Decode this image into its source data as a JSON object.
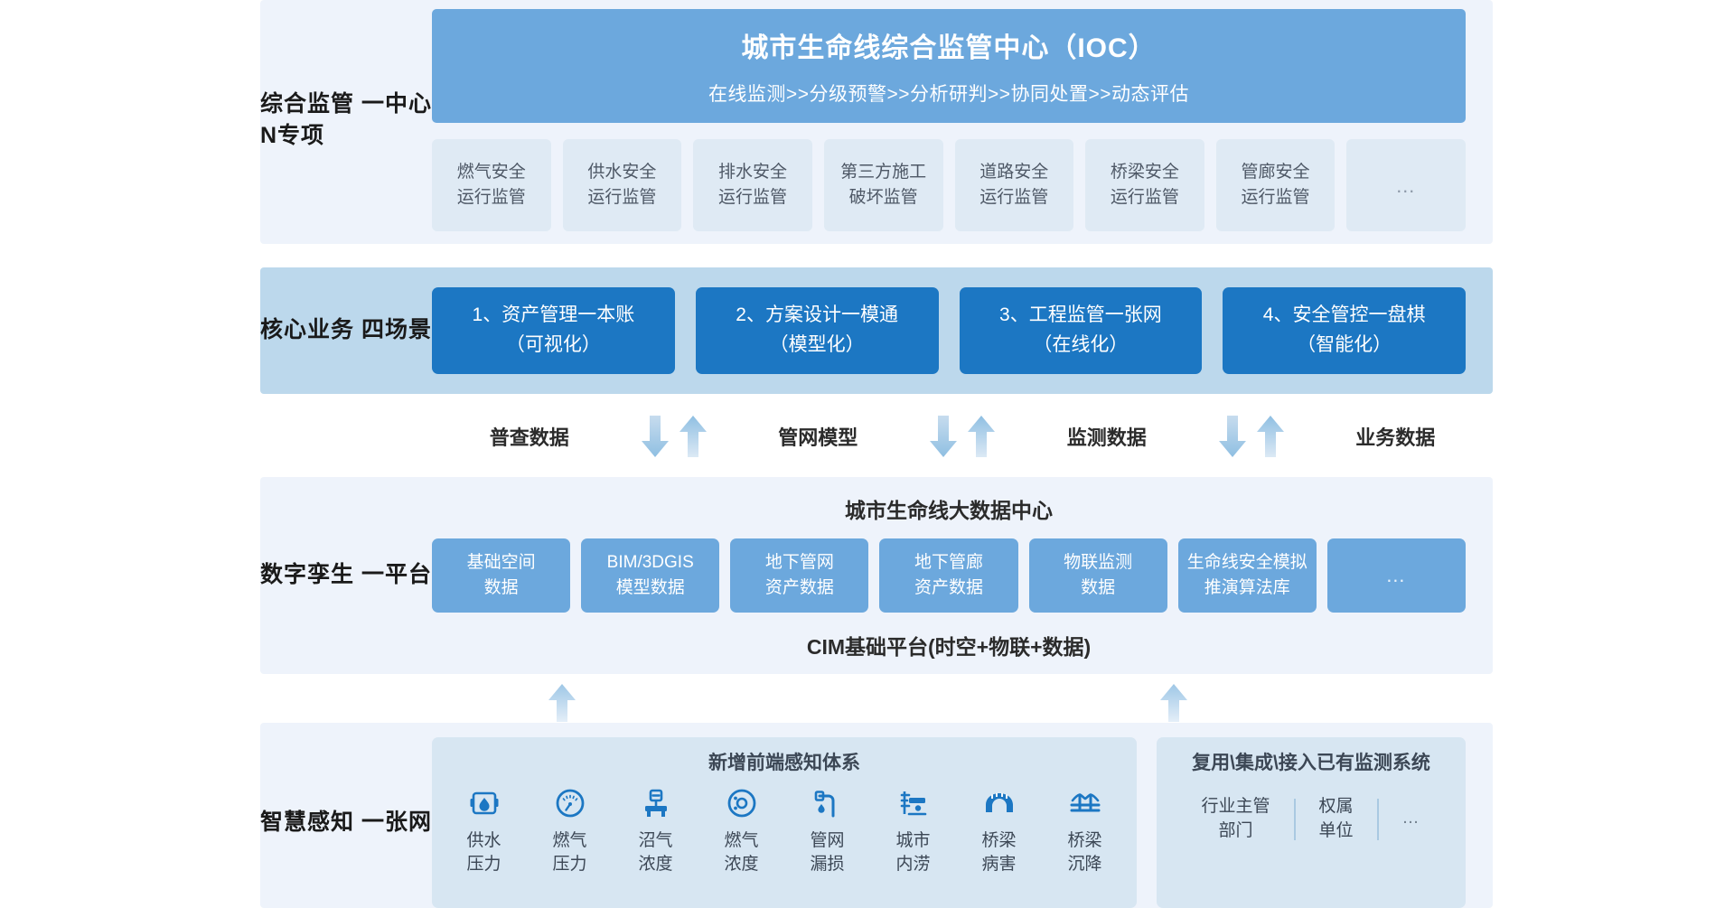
{
  "colors": {
    "band_bg": "#eef3fb",
    "core_band_bg": "#bcd8ec",
    "banner_blue": "#6ca8dd",
    "core_blue": "#1c77c3",
    "spec_box": "#dfeaf4",
    "sense_panel": "#d7e6f2",
    "icon_blue": "#1c77c3"
  },
  "bands": {
    "ioc": {
      "label": "综合监管\n一中心\nN专项",
      "banner_title": "城市生命线综合监管中心（IOC）",
      "banner_subtitle": "在线监测>>分级预警>>分析研判>>协同处置>>动态评估",
      "specials": [
        "燃气安全\n运行监管",
        "供水安全\n运行监管",
        "排水安全\n运行监管",
        "第三方施工\n破坏监管",
        "道路安全\n运行监管",
        "桥梁安全\n运行监管",
        "管廊安全\n运行监管",
        "…"
      ]
    },
    "core": {
      "label": "核心业务\n四场景",
      "scenarios": [
        "1、资产管理一本账\n（可视化）",
        "2、方案设计一模通\n（模型化）",
        "3、工程监管一张网\n（在线化）",
        "4、安全管控一盘棋\n（智能化）"
      ]
    },
    "flow": {
      "labels": [
        "普查数据",
        "管网模型",
        "监测数据",
        "业务数据"
      ],
      "arrow_down": "down-arrow-icon",
      "arrow_up": "up-arrow-icon"
    },
    "twin": {
      "label": "数字孪生\n一平台",
      "title": "城市生命线大数据中心",
      "datasets": [
        "基础空间\n数据",
        "BIM/3DGIS\n模型数据",
        "地下管网\n资产数据",
        "地下管廊\n资产数据",
        "物联监测\n数据",
        "生命线安全模拟\n推演算法库",
        "…"
      ],
      "footer": "CIM基础平台(时空+物联+数据)"
    },
    "sense": {
      "label": "智慧感知\n一张网",
      "new_system_title": "新增前端感知体系",
      "sensors": [
        {
          "icon": "water-pressure-icon",
          "label": "供水\n压力"
        },
        {
          "icon": "gas-pressure-gauge-icon",
          "label": "燃气\n压力"
        },
        {
          "icon": "methane-concentration-icon",
          "label": "沼气\n浓度"
        },
        {
          "icon": "gas-concentration-icon",
          "label": "燃气\n浓度"
        },
        {
          "icon": "pipe-leakage-icon",
          "label": "管网\n漏损"
        },
        {
          "icon": "urban-waterlogging-icon",
          "label": "城市\n内涝"
        },
        {
          "icon": "bridge-damage-icon",
          "label": "桥梁\n病害"
        },
        {
          "icon": "bridge-settlement-icon",
          "label": "桥梁\n沉降"
        }
      ],
      "existing_title": "复用\\集成\\接入已有监测系统",
      "existing_items": [
        "行业主管\n部门",
        "权属\n单位",
        "…"
      ]
    }
  }
}
